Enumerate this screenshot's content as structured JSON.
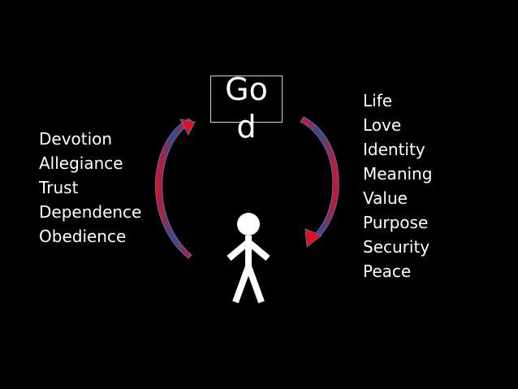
{
  "center": {
    "label": "God"
  },
  "left_list": {
    "items": [
      "Devotion",
      "Allegiance",
      "Trust",
      "Dependence",
      "Obedience"
    ]
  },
  "right_list": {
    "items": [
      "Life",
      "Love",
      "Identity",
      "Meaning",
      "Value",
      "Purpose",
      "Security",
      "Peace"
    ]
  },
  "colors": {
    "background": "#000000",
    "text": "#ffffff",
    "arrow_outer": "#e01020",
    "arrow_inner": "#3a4a8a"
  },
  "icons": {
    "person": "stick-figure-icon",
    "left_arrow": "curved-arrow-up-icon",
    "right_arrow": "curved-arrow-down-icon"
  }
}
